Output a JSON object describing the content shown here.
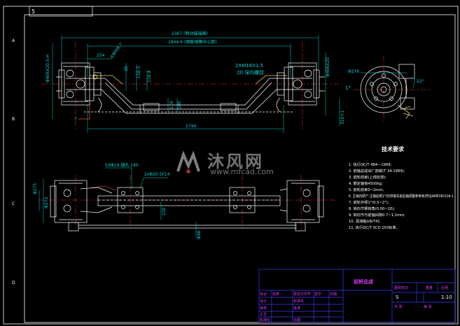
{
  "colors": {
    "background": "#000000",
    "frame": "#ffffff",
    "dimension": "#00d7d7",
    "title_block": "#3b3bff",
    "centerline": "#ff3030",
    "part": "#ffffff",
    "accent": "#ffd84a"
  },
  "sheet": {
    "sheet_tag": "5",
    "zone_rows": [
      "A",
      "B",
      "C",
      "D"
    ]
  },
  "top_view": {
    "dim_overall": "2367 (制动鼓端面)",
    "dim_spring": "1846.6 (钢板弹簧中心距)",
    "dim_254": "254",
    "dim_30": "30",
    "dim_158": "158.3",
    "dim_116": "116.4",
    "dim_119": "119",
    "dim_100": "100",
    "dim_1744": "1744",
    "dim_left_vert": "Φ406Χ20.5-H",
    "dim_right_vert": "Φ406Χ20",
    "thread_label": "2XM16X1.5",
    "thread_sub": "20 深内螺纹",
    "angle_label": "1°",
    "dim_7": "7",
    "dim_right_short": "310+1",
    "kingpin_note": "主销内倾 7°"
  },
  "side_view": {
    "dim_dia": "Φ276",
    "dim_angle": "22°"
  },
  "bottom_view": {
    "bolt_label": "5XΦ19 通孔 140",
    "hole_label": "2xΦ20.5F14",
    "dim_273": "Φ273",
    "dim_220": "220",
    "dim_48": "Φ48",
    "dim_left": "Φ275"
  },
  "watermark": {
    "name": "沐风网",
    "url": "www.mfcad.com"
  },
  "tech_requirements": {
    "title": "技术要求",
    "items": [
      "1. 执行QC/T 484—1999;",
      "2. 前轴总成出厂前做(T 34-1999);",
      "3. 前轮前束(上线检测);",
      "4. 额定轴荷4500kg;",
      "5. 前轮前束0~2mm;",
      "6. 主销内倾7°,主销后倾1°(仅供装车前后轴调整参考用)符合AMP282104-1",
      "7. 前轮外倾1°(0.5~2°);",
      "8. 转向节臂转角(0.00~20);",
      "9. 转向节与前轴间隙0.7~1.2mm;",
      "10. 润滑脂GB/T41",
      "11. 执行QC/T SCO 103标准。"
    ]
  },
  "title_block": {
    "drawing_name": "前桥总成",
    "scale_header": "图样标记",
    "weight_header": "重量",
    "ratio_header": "比例",
    "mark_value": "S",
    "ratio_value": "1:10",
    "sheet_total": "共 张",
    "sheet_num": "第 张",
    "row_labels": [
      "标记",
      "处数",
      "更改文件号",
      "签字",
      "日期"
    ],
    "roles": [
      "设计",
      "审核",
      "工艺",
      "标准化",
      "批准"
    ],
    "cell_a": "标准化",
    "cell_b": "批准",
    "cell_c": "日期"
  }
}
